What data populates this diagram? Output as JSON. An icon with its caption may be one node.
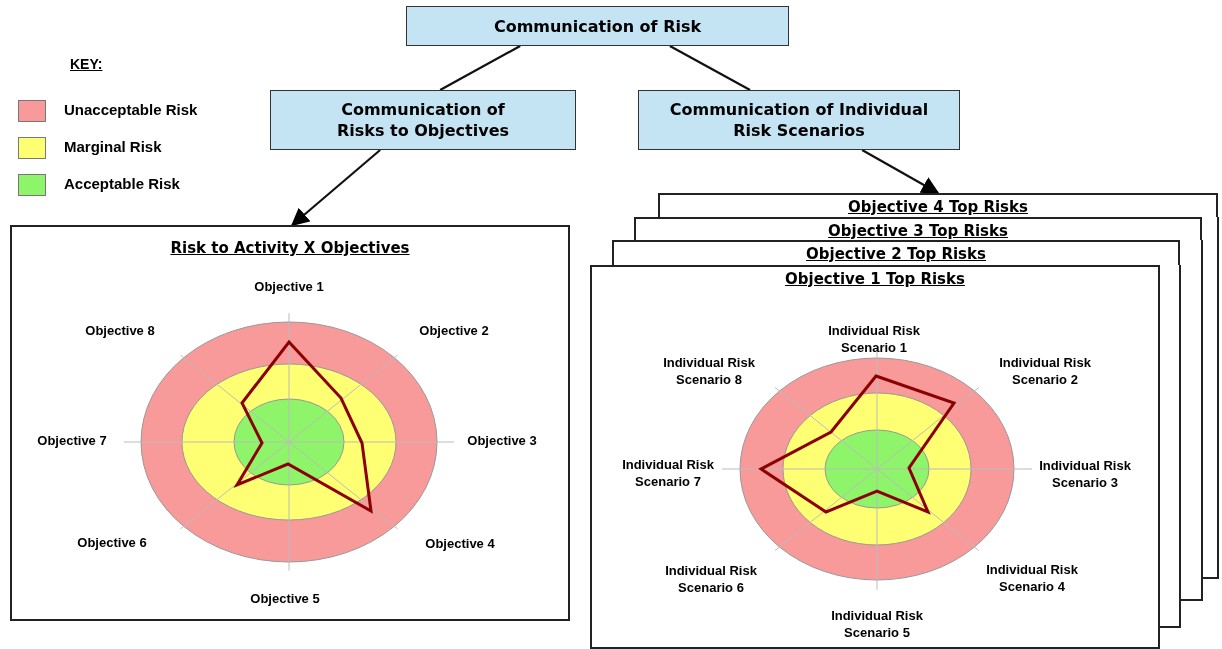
{
  "diagram": {
    "nodes": [
      {
        "text": [
          "Communication of Risk"
        ]
      },
      {
        "text": [
          "Communication of Risks to Objectives"
        ]
      },
      {
        "text": [
          "Communication of Individual Risk Scenarios"
        ]
      },
      {
        "text": [
          "Risk to Activity X Objectives",
          "Objective 1",
          "Objective 2",
          "Objective 3",
          "Objective 4",
          "Objective 5",
          "Objective 6",
          "Objective 7",
          "Objective 8"
        ]
      },
      {
        "text": [
          "Objective 4 Top Risks"
        ]
      },
      {
        "text": [
          "Objective 3 Top Risks"
        ]
      },
      {
        "text": [
          "Objective 2 Top Risks"
        ]
      },
      {
        "text": [
          "Objective 1 Top Risks",
          "Individual Risk Scenario 1",
          "Individual Risk Scenario 2",
          "Individual Risk Scenario 3",
          "Individual Risk Scenario 4",
          "Individual Risk Scenario 5",
          "Individual Risk Scenario 6",
          "Individual Risk Scenario 7",
          "Individual Risk Scenario 8"
        ]
      }
    ],
    "edges": [
      {
        "from": 0,
        "to": 1,
        "arrow": "none"
      },
      {
        "from": 0,
        "to": 2,
        "arrow": "none"
      },
      {
        "from": 1,
        "to": 3,
        "arrow": "to"
      },
      {
        "from": 2,
        "to": 4,
        "arrow": "to"
      }
    ],
    "labels": [
      "KEY:"
    ],
    "legend": [
      {
        "text": "Unacceptable Risk",
        "color": "#f99a9a"
      },
      {
        "text": "Marginal Risk",
        "color": "#ffff73"
      },
      {
        "text": "Acceptable Risk",
        "color": "#8ef56a"
      }
    ]
  }
}
